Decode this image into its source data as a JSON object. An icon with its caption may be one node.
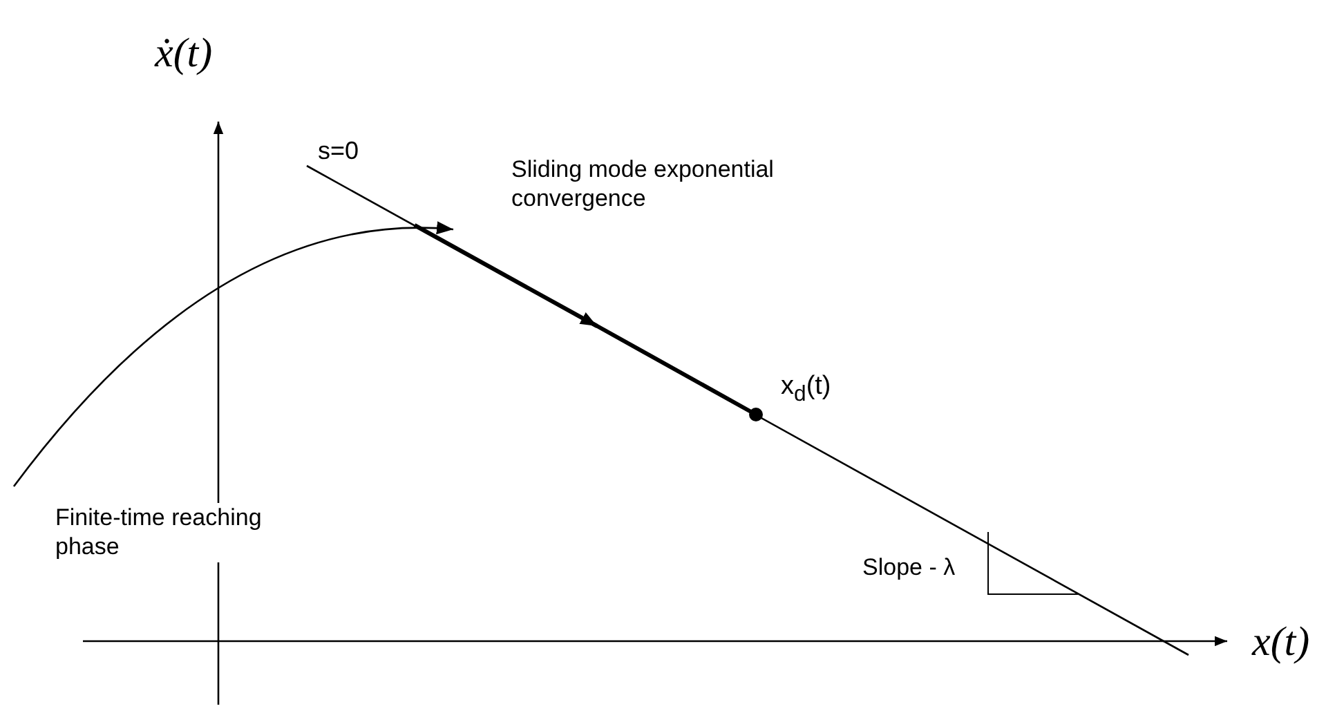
{
  "diagram": {
    "labels": [
      "ẋ(t)",
      "s=0",
      "Sliding mode exponential convergence",
      "x$_{d}$(t)",
      "Finite-time reaching phase",
      "Slope - λ",
      "x(t)"
    ]
  }
}
